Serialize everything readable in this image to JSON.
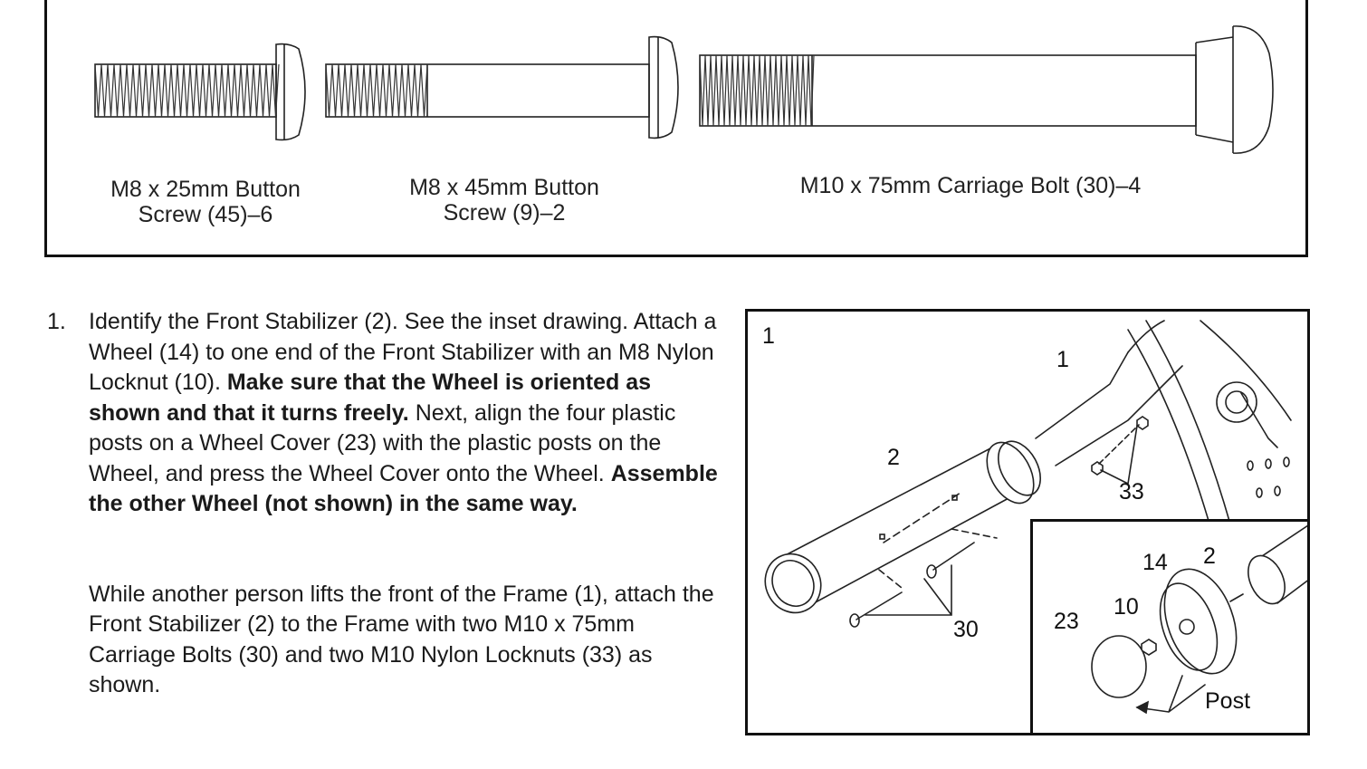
{
  "hardware": {
    "button_screw_25": {
      "line1": "M8 x 25mm Button",
      "line2": "Screw (45)–6"
    },
    "button_screw_45": {
      "line1": "M8 x 45mm Button",
      "line2": "Screw (9)–2"
    },
    "carriage_bolt": {
      "label": "M10 x 75mm Carriage Bolt (30)–4"
    }
  },
  "step": {
    "number": "1.",
    "p1_a": "Identify the Front Stabilizer (2). See the inset drawing. Attach a Wheel (14) to one end of the Front Stabilizer with an M8 Nylon Locknut (10). ",
    "p1_b": "Make sure that the Wheel is oriented as shown and that it turns freely.",
    "p1_c": " Next, align the four plastic posts on a Wheel Cover (23) with the plastic posts on the Wheel, and press the Wheel Cover onto the Wheel. ",
    "p1_d": "Assemble the other Wheel (not shown) in the same way.",
    "p2": "While another person lifts the front of the Frame (1), attach the Front Stabilizer (2) to the Frame with two M10 x 75mm Carriage Bolts (30) and two M10 Nylon Locknuts (33) as shown."
  },
  "figure": {
    "step_number": "1",
    "callouts": {
      "frame": "1",
      "stabilizer": "2",
      "bolts": "30",
      "locknuts": "33"
    },
    "inset_callouts": {
      "wheel": "14",
      "stabilizer": "2",
      "locknut": "10",
      "cover": "23",
      "post": "Post"
    }
  }
}
